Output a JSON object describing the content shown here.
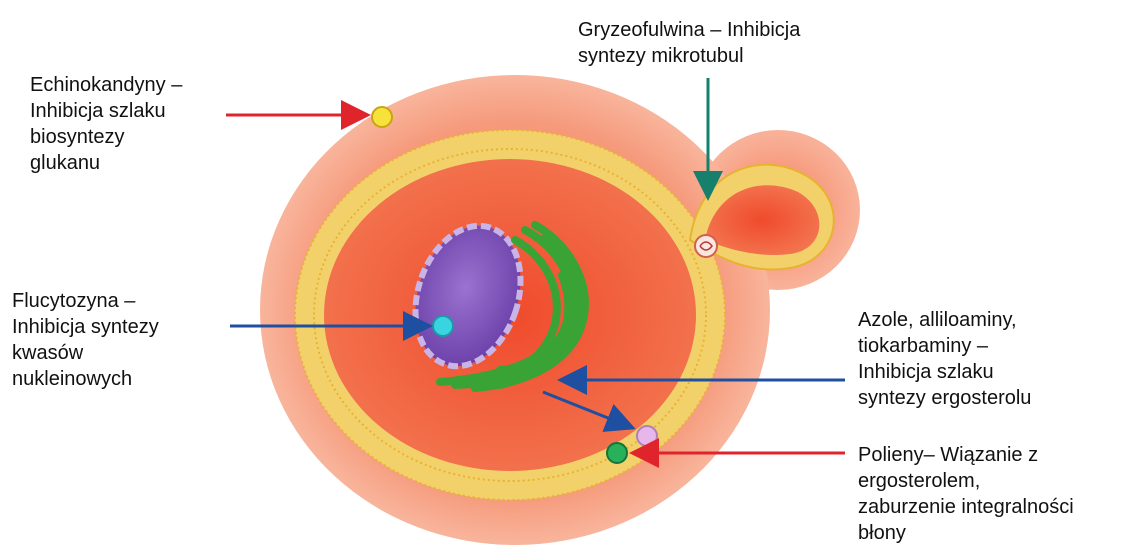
{
  "colors": {
    "arrow_red": "#e0242c",
    "arrow_blue": "#1f4fa0",
    "arrow_teal": "#17806c",
    "cell_outer": "#f48a6a",
    "membrane": "#f0c24a",
    "cytoplasm": "#f2623f",
    "nucleus": "#8a5fc0",
    "er": "#3aa336"
  },
  "labels": {
    "echinokandyny": [
      "Echinokandyny –",
      "Inhibicja szlaku",
      "biosyntezy",
      "glukanu"
    ],
    "gryzeofulwina": [
      "Gryzeofulwina – Inhibicja",
      "syntezy mikrotubul"
    ],
    "flucytozyna": [
      "Flucytozyna –",
      "Inhibicja syntezy",
      "kwasów",
      "nukleinowych"
    ],
    "azole": [
      "Azole, alliloaminy,",
      "tiokarbaminy –",
      "Inhibicja szlaku",
      "syntezy ergosterolu"
    ],
    "polieny": [
      "Polieny– Wiązanie z",
      "ergosterolem,",
      "zaburzenie integralności",
      "błony"
    ]
  }
}
